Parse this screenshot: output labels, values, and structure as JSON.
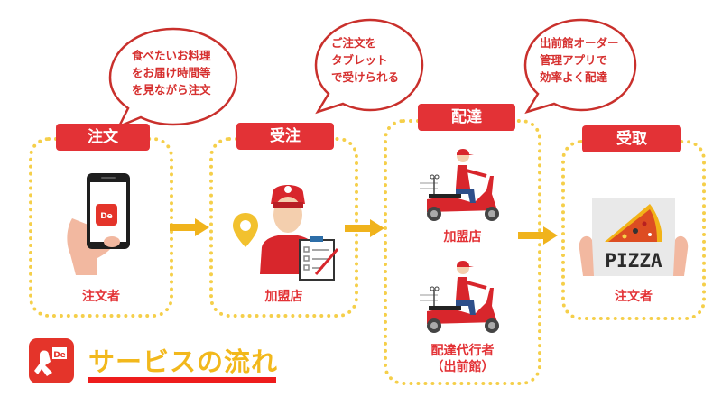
{
  "colors": {
    "accent_red": "#e33236",
    "dotted_border": "#f5cf4a",
    "arrow": "#f0b31c",
    "title_yellow": "#f2b81c",
    "underline_red": "#ee1c1c"
  },
  "bubbles": [
    {
      "lines": [
        "食べたいお料理",
        "をお届け時間等",
        "を見ながら注文"
      ]
    },
    {
      "lines": [
        "ご注文を",
        "タブレット",
        "で受けられる"
      ]
    },
    {
      "lines": [
        "出前館オーダー",
        "管理アプリで",
        "効率よく配達"
      ]
    }
  ],
  "steps": [
    {
      "tag": "注文",
      "label": "注文者",
      "icon": "hand-phone-icon"
    },
    {
      "tag": "受注",
      "label": "加盟店",
      "icon": "staff-clipboard-icon"
    },
    {
      "tag": "配達",
      "labels": [
        "加盟店",
        "配達代行者",
        "（出前館）"
      ],
      "icon": "scooter-rider-icon"
    },
    {
      "tag": "受取",
      "label": "注文者",
      "icon": "pizza-box-icon",
      "pizza_text": "PIZZA"
    }
  ],
  "logo": {
    "text": "De"
  },
  "title": "サービスの流れ"
}
